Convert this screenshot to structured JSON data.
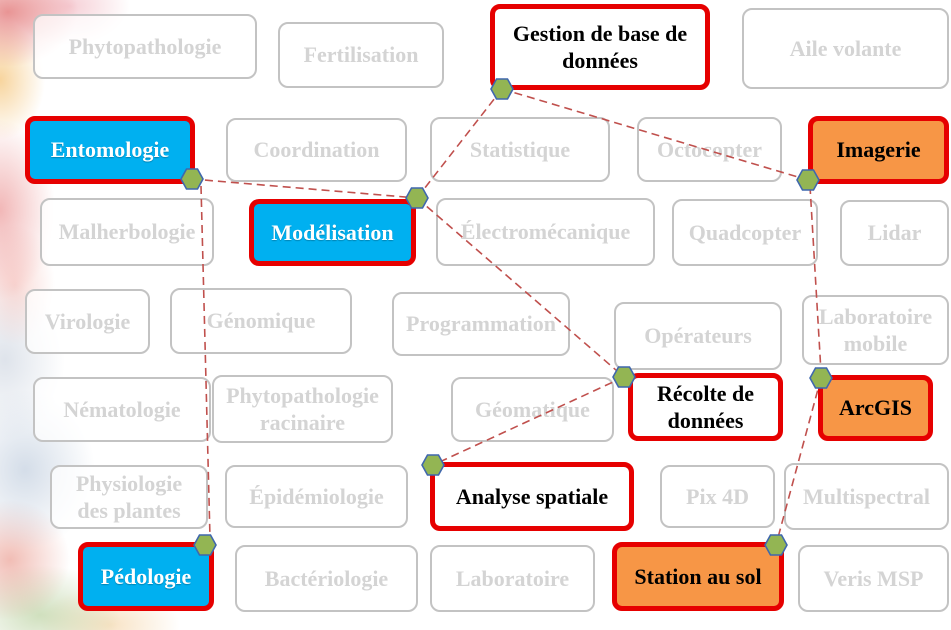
{
  "diagram": {
    "colors": {
      "highlight_border": "#e60000",
      "blue_fill": "#00b0f0",
      "orange_fill": "#f79646",
      "faded_text": "#d4d4d4",
      "faded_border": "#c3c3c3",
      "connector_line": "#c0504d",
      "connector_node_fill": "#93b553",
      "connector_node_outline": "#3f67ad"
    },
    "boxes": [
      {
        "label": "Phytopathologie",
        "highlighted": false
      },
      {
        "label": "Fertilisation",
        "highlighted": false
      },
      {
        "label": "Gestion de base de\ndonnées",
        "highlighted": true,
        "fill": "#ffffff",
        "text_color": "#000000"
      },
      {
        "label": "Aile volante",
        "highlighted": false
      },
      {
        "label": "Entomologie",
        "highlighted": true,
        "fill": "#00b0f0",
        "text_color": "#ffffff"
      },
      {
        "label": "Coordination",
        "highlighted": false
      },
      {
        "label": "Statistique",
        "highlighted": false
      },
      {
        "label": "Octocopter",
        "highlighted": false
      },
      {
        "label": "Imagerie",
        "highlighted": true,
        "fill": "#f79646",
        "text_color": "#000000"
      },
      {
        "label": "Malherbologie",
        "highlighted": false
      },
      {
        "label": "Modélisation",
        "highlighted": true,
        "fill": "#00b0f0",
        "text_color": "#ffffff"
      },
      {
        "label": "Électromécanique",
        "highlighted": false
      },
      {
        "label": "Quadcopter",
        "highlighted": false
      },
      {
        "label": "Lidar",
        "highlighted": false
      },
      {
        "label": "Virologie",
        "highlighted": false
      },
      {
        "label": "Génomique",
        "highlighted": false
      },
      {
        "label": "Programmation",
        "highlighted": false
      },
      {
        "label": "Opérateurs",
        "highlighted": false
      },
      {
        "label": "Laboratoire\nmobile",
        "highlighted": false
      },
      {
        "label": "Nématologie",
        "highlighted": false
      },
      {
        "label": "Phytopathologie\nracinaire",
        "highlighted": false
      },
      {
        "label": "Géomatique",
        "highlighted": false
      },
      {
        "label": "Récolte de\ndonnées",
        "highlighted": true,
        "fill": "#ffffff",
        "text_color": "#000000"
      },
      {
        "label": "ArcGIS",
        "highlighted": true,
        "fill": "#f79646",
        "text_color": "#000000"
      },
      {
        "label": "Physiologie\ndes plantes",
        "highlighted": false
      },
      {
        "label": "Épidémiologie",
        "highlighted": false
      },
      {
        "label": "Analyse spatiale",
        "highlighted": true,
        "fill": "#ffffff",
        "text_color": "#000000"
      },
      {
        "label": "Pix 4D",
        "highlighted": false
      },
      {
        "label": "Multispectral",
        "highlighted": false
      },
      {
        "label": "Pédologie",
        "highlighted": true,
        "fill": "#00b0f0",
        "text_color": "#ffffff"
      },
      {
        "label": "Bactériologie",
        "highlighted": false
      },
      {
        "label": "Laboratoire",
        "highlighted": false
      },
      {
        "label": "Station au sol",
        "highlighted": true,
        "fill": "#f79646",
        "text_color": "#000000"
      },
      {
        "label": "Veris MSP",
        "highlighted": false
      }
    ],
    "connections": [
      {
        "from": 2,
        "to": 10
      },
      {
        "from": 2,
        "to": 8
      },
      {
        "from": 4,
        "to": 10
      },
      {
        "from": 4,
        "to": 29
      },
      {
        "from": 10,
        "to": 22
      },
      {
        "from": 22,
        "to": 26
      },
      {
        "from": 8,
        "to": 23
      },
      {
        "from": 23,
        "to": 32
      }
    ]
  }
}
